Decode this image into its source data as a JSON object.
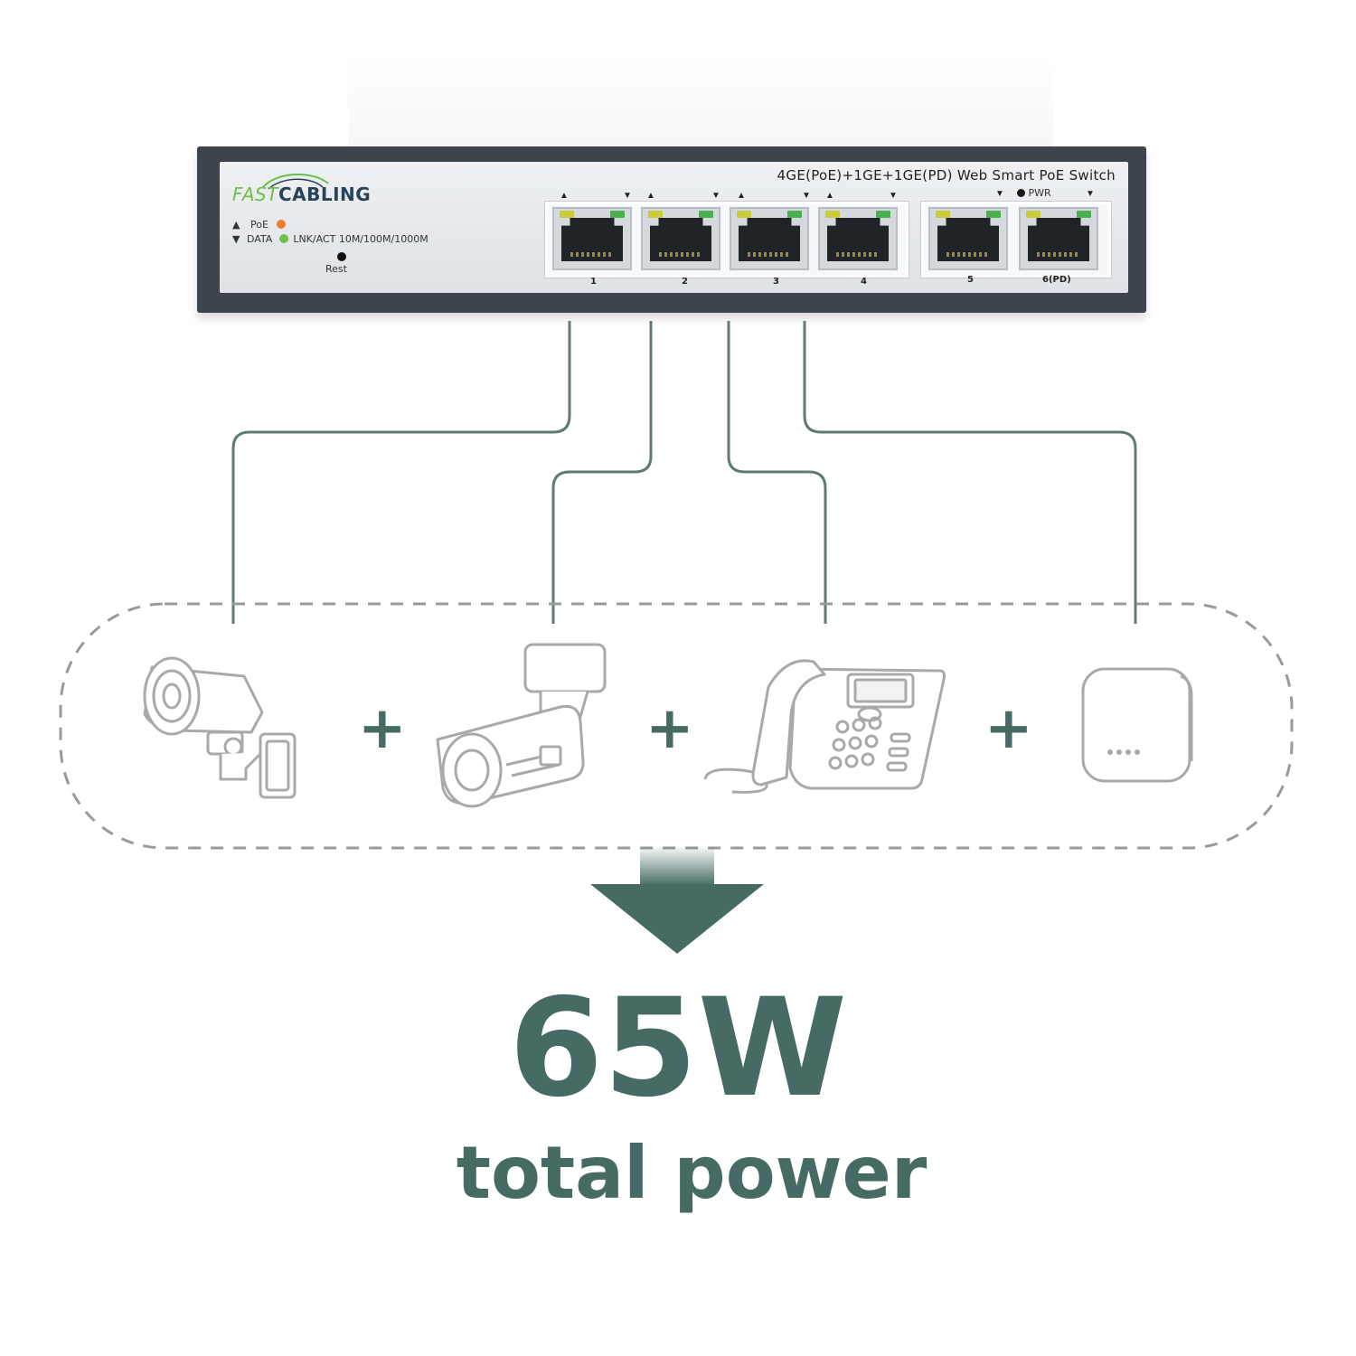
{
  "switch": {
    "brand_part1": "FAST",
    "brand_part2": "CABLING",
    "model_label": "4GE(PoE)+1GE+1GE(PD) Web Smart PoE Switch",
    "legend_poe": "PoE",
    "legend_data": "DATA",
    "legend_speed": "LNK/ACT 10M/100M/1000M",
    "reset_label": "Rest",
    "pwr_label": "PWR",
    "ports": [
      "1",
      "2",
      "3",
      "4",
      "5",
      "6(PD)"
    ],
    "led_colors": {
      "poe": "#f07b2a",
      "data": "#6cc24a"
    }
  },
  "devices": [
    {
      "icon": "bullet-camera-icon"
    },
    {
      "icon": "ptz-bullet-camera-icon"
    },
    {
      "icon": "ip-phone-icon"
    },
    {
      "icon": "wireless-access-point-icon"
    }
  ],
  "operators": [
    "+",
    "+",
    "+"
  ],
  "summary": {
    "value": "65W",
    "caption": "total power"
  },
  "colors": {
    "accent": "#456b64",
    "connector": "#5f7a74",
    "dashed_border": "#9a9a9a",
    "icon_stroke": "#a9a9a9"
  }
}
